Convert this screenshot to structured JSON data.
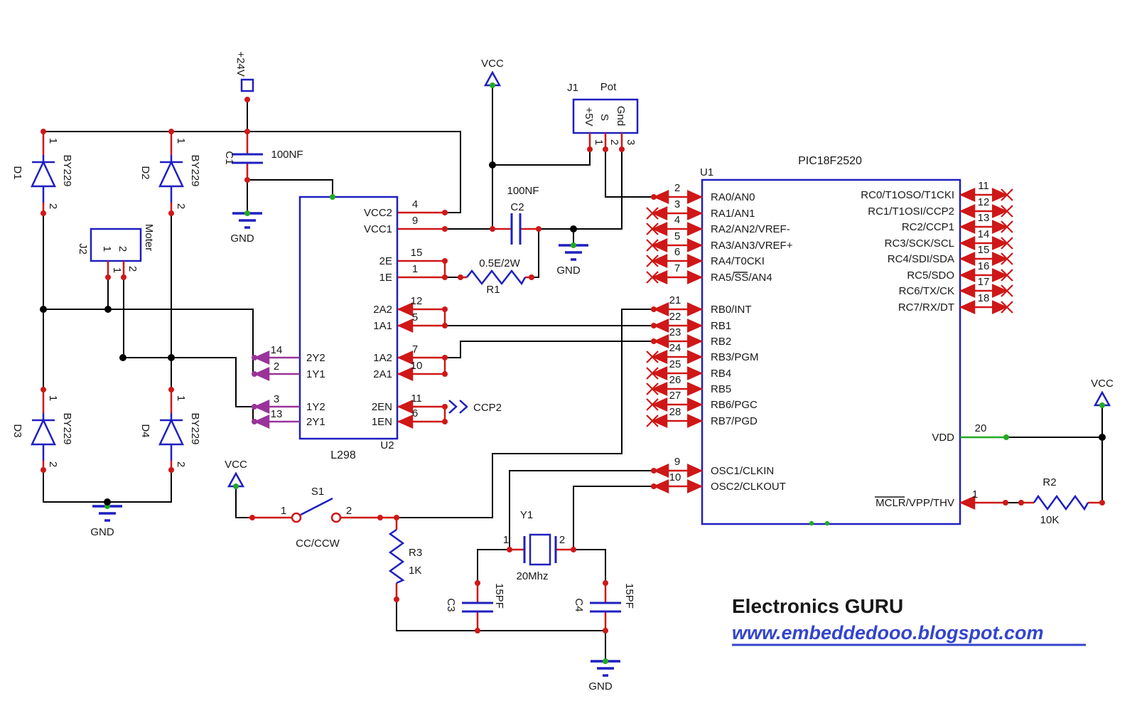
{
  "sch": {
    "power": {
      "p24": "+24V",
      "vcc": "VCC",
      "gnd": "GND"
    },
    "net_labels": {
      "ccp2": "CCP2"
    },
    "branding": {
      "title": "Electronics GURU",
      "url": "www.embeddedooo.blogspot.com"
    },
    "colors": {
      "wire": "#000000",
      "pin_stub": "#cf1717",
      "component_outline": "#1f1fc0",
      "motor_net": "#993399",
      "power_node": "#22aa22",
      "url_text": "#3344cc"
    },
    "components": {
      "d1": {
        "ref": "D1",
        "part": "BY229",
        "pin1": "1",
        "pin2": "2"
      },
      "d2": {
        "ref": "D2",
        "part": "BY229",
        "pin1": "1",
        "pin2": "2"
      },
      "d3": {
        "ref": "D3",
        "part": "BY229",
        "pin1": "1",
        "pin2": "2"
      },
      "d4": {
        "ref": "D4",
        "part": "BY229",
        "pin1": "1",
        "pin2": "2"
      },
      "j2": {
        "ref": "J2",
        "name": "Moter",
        "pin1": "1",
        "pin2": "2"
      },
      "j1": {
        "ref": "J1",
        "name": "Pot",
        "pin_names": [
          "+5V",
          "S",
          "Gnd"
        ],
        "pin_nums": [
          "1",
          "2",
          "3"
        ]
      },
      "c1": {
        "ref": "C1",
        "value": "100NF"
      },
      "c2": {
        "ref": "C2",
        "value": "100NF"
      },
      "c3": {
        "ref": "C3",
        "value": "15PF"
      },
      "c4": {
        "ref": "C4",
        "value": "15PF"
      },
      "r1": {
        "ref": "R1",
        "value": "0.5E/2W"
      },
      "r2": {
        "ref": "R2",
        "value": "10K"
      },
      "r3": {
        "ref": "R3",
        "value": "1K"
      },
      "y1": {
        "ref": "Y1",
        "value": "20Mhz",
        "pin1": "1",
        "pin2": "2"
      },
      "s1": {
        "ref": "S1",
        "label": "CC/CCW",
        "pin1": "1",
        "pin2": "2"
      },
      "u2": {
        "ref": "U2",
        "part": "L298",
        "right_pins": [
          {
            "num": "4",
            "name": "VCC2"
          },
          {
            "num": "9",
            "name": "VCC1"
          },
          {
            "num": "15",
            "name": "2E"
          },
          {
            "num": "1",
            "name": "1E"
          },
          {
            "num": "12",
            "name": "2A2"
          },
          {
            "num": "5",
            "name": "1A1"
          },
          {
            "num": "7",
            "name": "1A2"
          },
          {
            "num": "10",
            "name": "2A1"
          },
          {
            "num": "11",
            "name": "2EN"
          },
          {
            "num": "6",
            "name": "1EN"
          }
        ],
        "left_pins": [
          {
            "num": "14",
            "name": "2Y2"
          },
          {
            "num": "2",
            "name": "1Y1"
          },
          {
            "num": "3",
            "name": "1Y2"
          },
          {
            "num": "13",
            "name": "2Y1"
          }
        ]
      },
      "u1": {
        "ref": "U1",
        "part": "PIC18F2520",
        "left_pins": [
          {
            "num": "2",
            "name": "RA0/AN0"
          },
          {
            "num": "3",
            "name": "RA1/AN1"
          },
          {
            "num": "4",
            "name": "RA2/AN2/VREF-"
          },
          {
            "num": "5",
            "name": "RA3/AN3/VREF+"
          },
          {
            "num": "6",
            "name": "RA4/T0CKI"
          },
          {
            "num": "7",
            "name": "RA5/SS/AN4"
          },
          {
            "num": "21",
            "name": "RB0/INT"
          },
          {
            "num": "22",
            "name": "RB1"
          },
          {
            "num": "23",
            "name": "RB2"
          },
          {
            "num": "24",
            "name": "RB3/PGM"
          },
          {
            "num": "25",
            "name": "RB4"
          },
          {
            "num": "26",
            "name": "RB5"
          },
          {
            "num": "27",
            "name": "RB6/PGC"
          },
          {
            "num": "28",
            "name": "RB7/PGD"
          },
          {
            "num": "9",
            "name": "OSC1/CLKIN"
          },
          {
            "num": "10",
            "name": "OSC2/CLKOUT"
          }
        ],
        "right_pins": [
          {
            "num": "11",
            "name": "RC0/T1OSO/T1CKI"
          },
          {
            "num": "12",
            "name": "RC1/T1OSI/CCP2"
          },
          {
            "num": "13",
            "name": "RC2/CCP1"
          },
          {
            "num": "14",
            "name": "RC3/SCK/SCL"
          },
          {
            "num": "15",
            "name": "RC4/SDI/SDA"
          },
          {
            "num": "16",
            "name": "RC5/SDO"
          },
          {
            "num": "17",
            "name": "RC6/TX/CK"
          },
          {
            "num": "18",
            "name": "RC7/RX/DT"
          }
        ],
        "vdd": {
          "num": "20",
          "name": "VDD"
        },
        "mclr": {
          "num": "1",
          "name": "MCLR/VPP/THV"
        }
      }
    }
  }
}
